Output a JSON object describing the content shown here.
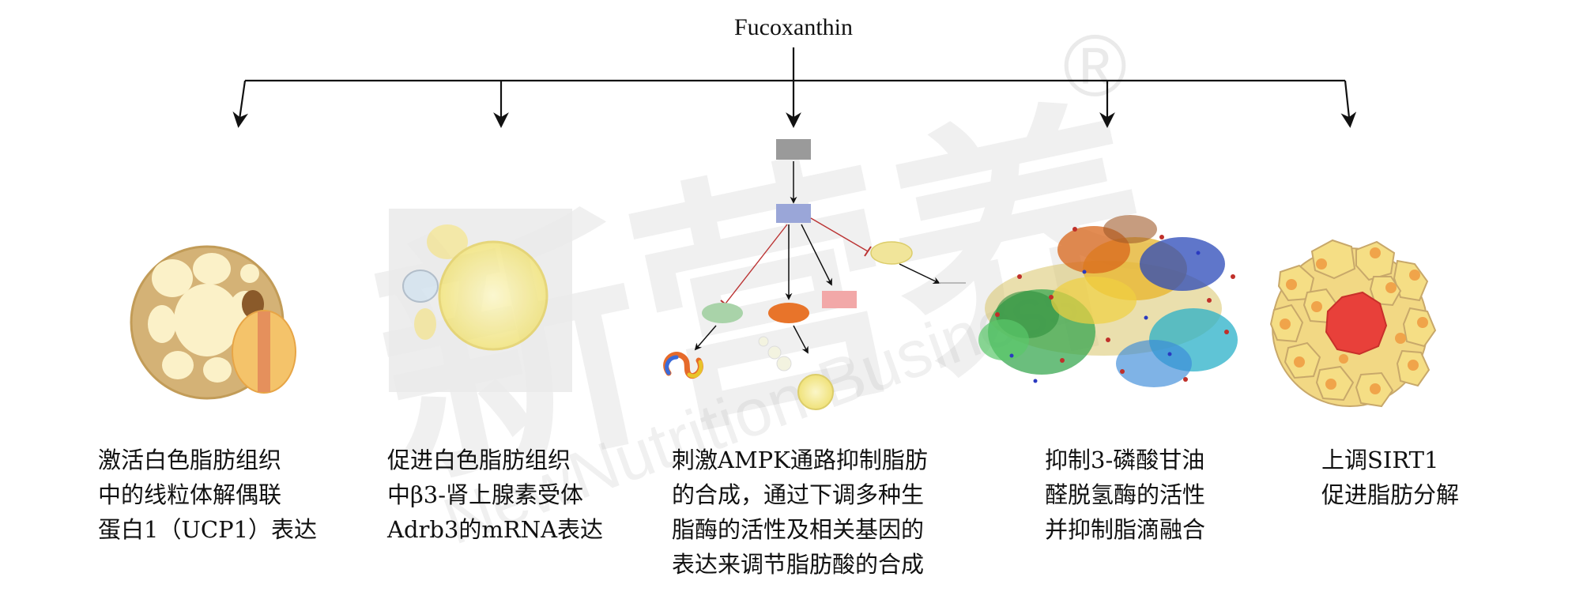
{
  "title": "Fucoxanthin",
  "captions": [
    "激活白色脂肪组织\n中的线粒体解偶联\n蛋白1（UCP1）表达",
    "促进白色脂肪组织\n中β3-肾上腺素受体\nAdrb3的mRNA表达",
    "刺激AMPK通路抑制脂肪\n的合成，通过下调多种生\n脂酶的活性及相关基因的\n表达来调节脂肪酸的合成",
    "抑制3-磷酸甘油\n醛脱氢酶的活性\n并抑制脂滴融合",
    "上调SIRT1\n促进脂肪分解"
  ],
  "watermark": {
    "brand": "新营养",
    "latin": "NewNutrition Business",
    "mark": "®"
  },
  "colors": {
    "arrow": "#111111",
    "fat_cell": "#f5e79a",
    "cell_outline": "#c8a86a",
    "red_core": "#e8403a",
    "pathway_gray": "#9a9a9a",
    "pathway_blue": "#9aa6d8",
    "pathway_green": "#a9d3a9",
    "pathway_orange": "#e8742a",
    "pathway_pink": "#f2a8a8"
  }
}
